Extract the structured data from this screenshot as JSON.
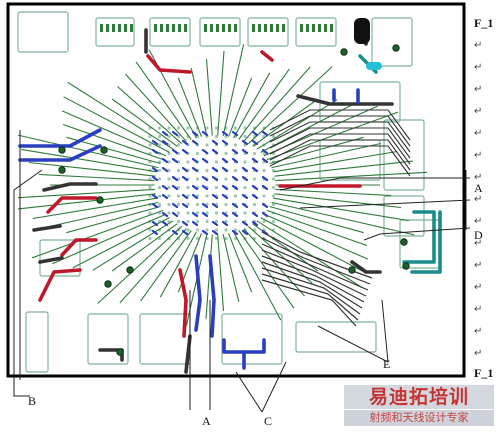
{
  "callouts": {
    "a_right": "A",
    "a_bottom": "A",
    "b_bottom": "B",
    "c": "C",
    "d": "D",
    "e": "E"
  },
  "right_margin": {
    "top_label": "F_1",
    "bottom_label": "F_1",
    "return_mark": "↵"
  },
  "watermark": {
    "title": "易迪拓培训",
    "subtitle": "射频和天线设计专家"
  },
  "colors": {
    "green_trace": "#2f7a3a",
    "blue_trace": "#2a3fbf",
    "red_trace": "#c0182a",
    "dark_trace": "#333333",
    "teal_trace": "#1a8c8c",
    "silkscreen": "#7fb39a"
  }
}
